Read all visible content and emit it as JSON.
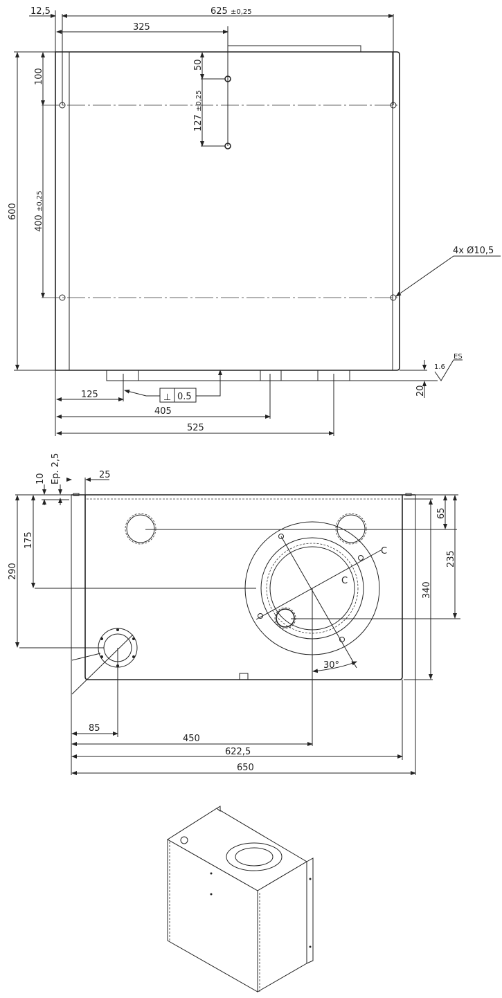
{
  "top_view": {
    "dims": {
      "d12_5": "12,5",
      "d625": "625",
      "d625_tol": "±0,25",
      "d325": "325",
      "d50": "50",
      "d127": "127",
      "d127_tol": "±0,25",
      "d100": "100",
      "d600": "600",
      "d400": "400",
      "d400_tol": "±0,25",
      "holes": "4x Ø10,5",
      "d125": "125",
      "d405": "405",
      "d525": "525",
      "d20": "20"
    },
    "tolerance_frame": {
      "symbol": "⊥",
      "value": "0.5"
    },
    "surface_finish": {
      "value": "1.6",
      "process": "ES"
    }
  },
  "side_view": {
    "dims": {
      "d10": "10",
      "thickness": "Ep. 2,5",
      "d25": "25",
      "d175": "175",
      "d290": "290",
      "d65": "65",
      "d235": "235",
      "d340": "340",
      "d85": "85",
      "d450": "450",
      "d622_5": "622,5",
      "d650": "650",
      "angle": "30°",
      "section_a": "C",
      "section_b": "C"
    }
  }
}
